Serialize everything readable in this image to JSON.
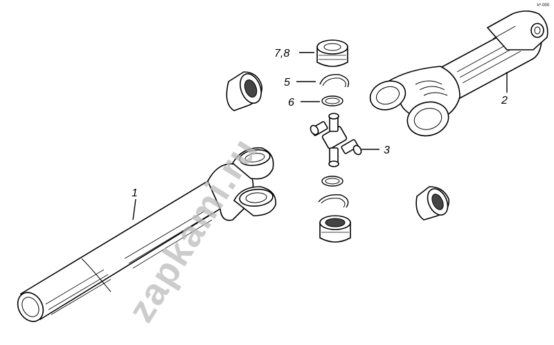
{
  "watermark": "zapkami.ru",
  "diagram_code": "kº-000",
  "callouts": {
    "shaft_1": "1",
    "shaft_2": "2",
    "cross": "3",
    "ring_5": "5",
    "ring_6": "6",
    "bearing_78": "7,8"
  }
}
